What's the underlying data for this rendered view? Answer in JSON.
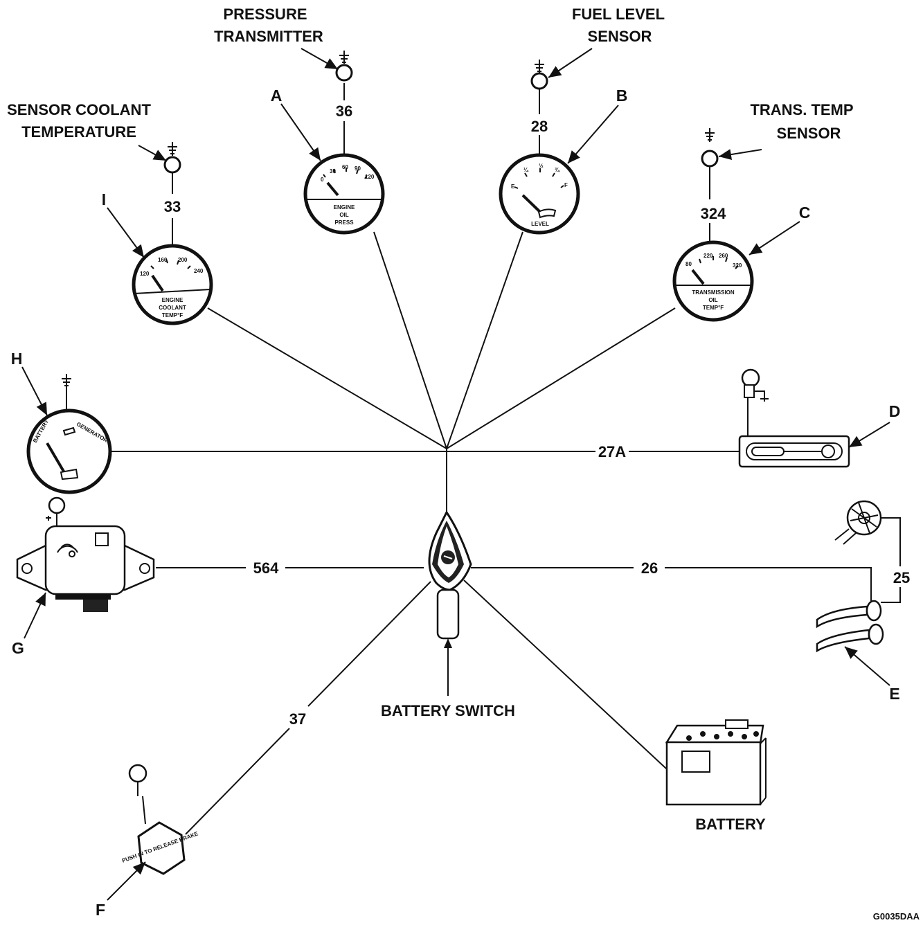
{
  "labels": {
    "pressure_transmitter": [
      "PRESSURE",
      "TRANSMITTER"
    ],
    "fuel_level_sensor": [
      "FUEL LEVEL",
      "SENSOR"
    ],
    "sensor_coolant_temperature": [
      "SENSOR COOLANT",
      "TEMPERATURE"
    ],
    "trans_temp_sensor": [
      "TRANS. TEMP",
      "SENSOR"
    ],
    "battery_switch": "BATTERY SWITCH",
    "battery": "BATTERY",
    "drawing_code": "G0035DAA"
  },
  "letters": {
    "A": "A",
    "B": "B",
    "C": "C",
    "D": "D",
    "E": "E",
    "F": "F",
    "G": "G",
    "H": "H",
    "I": "I"
  },
  "wires": {
    "w36": "36",
    "w28": "28",
    "w33": "33",
    "w324": "324",
    "w27A": "27A",
    "w564": "564",
    "w26": "26",
    "w25": "25",
    "w37": "37"
  },
  "gauges": {
    "oil_pressure": {
      "ticks": [
        "0",
        "30",
        "60",
        "90",
        "120"
      ],
      "caption": [
        "ENGINE",
        "OIL",
        "PRESS"
      ]
    },
    "fuel_level": {
      "ticks": [
        "E",
        "¼",
        "½",
        "¾",
        "F"
      ],
      "caption": [
        "LEVEL"
      ]
    },
    "coolant": {
      "ticks": [
        "120",
        "160",
        "200",
        "240"
      ],
      "caption": [
        "ENGINE",
        "COOLANT",
        "TEMP°F"
      ]
    },
    "transmission": {
      "ticks": [
        "80",
        "220",
        "260",
        "320"
      ],
      "caption": [
        "TRANSMISSION",
        "OIL",
        "TEMP°F"
      ]
    },
    "ammeter": {
      "caption": [
        "BATTERY",
        "GENERATOR"
      ]
    }
  },
  "brake_knob_text": "PUSH IN TO RELEASE BRAKE"
}
